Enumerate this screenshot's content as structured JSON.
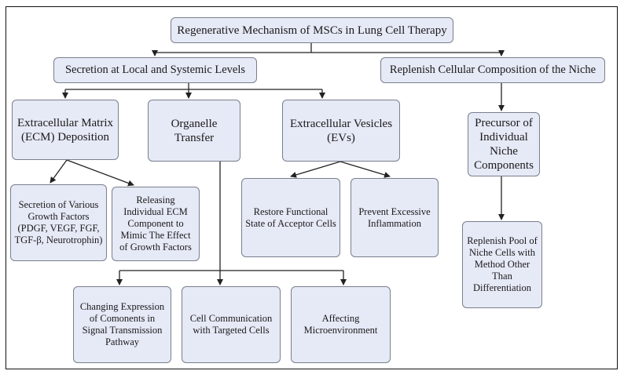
{
  "title": "Regenerative Mechanism of MSCs in Lung Cell Therapy",
  "level1": {
    "secretion": "Secretion at Local and Systemic Levels",
    "replenish": "Replenish Cellular Composition of the Niche"
  },
  "level2": {
    "ecm": "Extracellular Matrix (ECM) Deposition",
    "organelle": "Organelle Transfer",
    "evs": "Extracellular Vesicles (EVs)",
    "precursor": "Precursor of Individual Niche Components"
  },
  "level3": {
    "growth_factors": "Secretion of Various Growth Factors (PDGF, VEGF, FGF, TGF-β, Neurotrophin)",
    "releasing": "Releasing Individual ECM Component to Mimic The Effect of Growth Factors",
    "restore": "Restore Functional State of Acceptor Cells",
    "prevent": "Prevent Excessive Inflammation",
    "replenish_pool": "Replenish Pool of Niche Cells with Method Other Than Differentiation"
  },
  "level4": {
    "changing": "Changing Expression of Comonents in Signal Transmission Pathway",
    "cell_comm": "Cell Communication with Targeted Cells",
    "affecting": "Affecting Microenvironment"
  },
  "colors": {
    "box_fill": "#e6e9f6",
    "box_border": "#7a7f8c",
    "edge": "#222222"
  }
}
